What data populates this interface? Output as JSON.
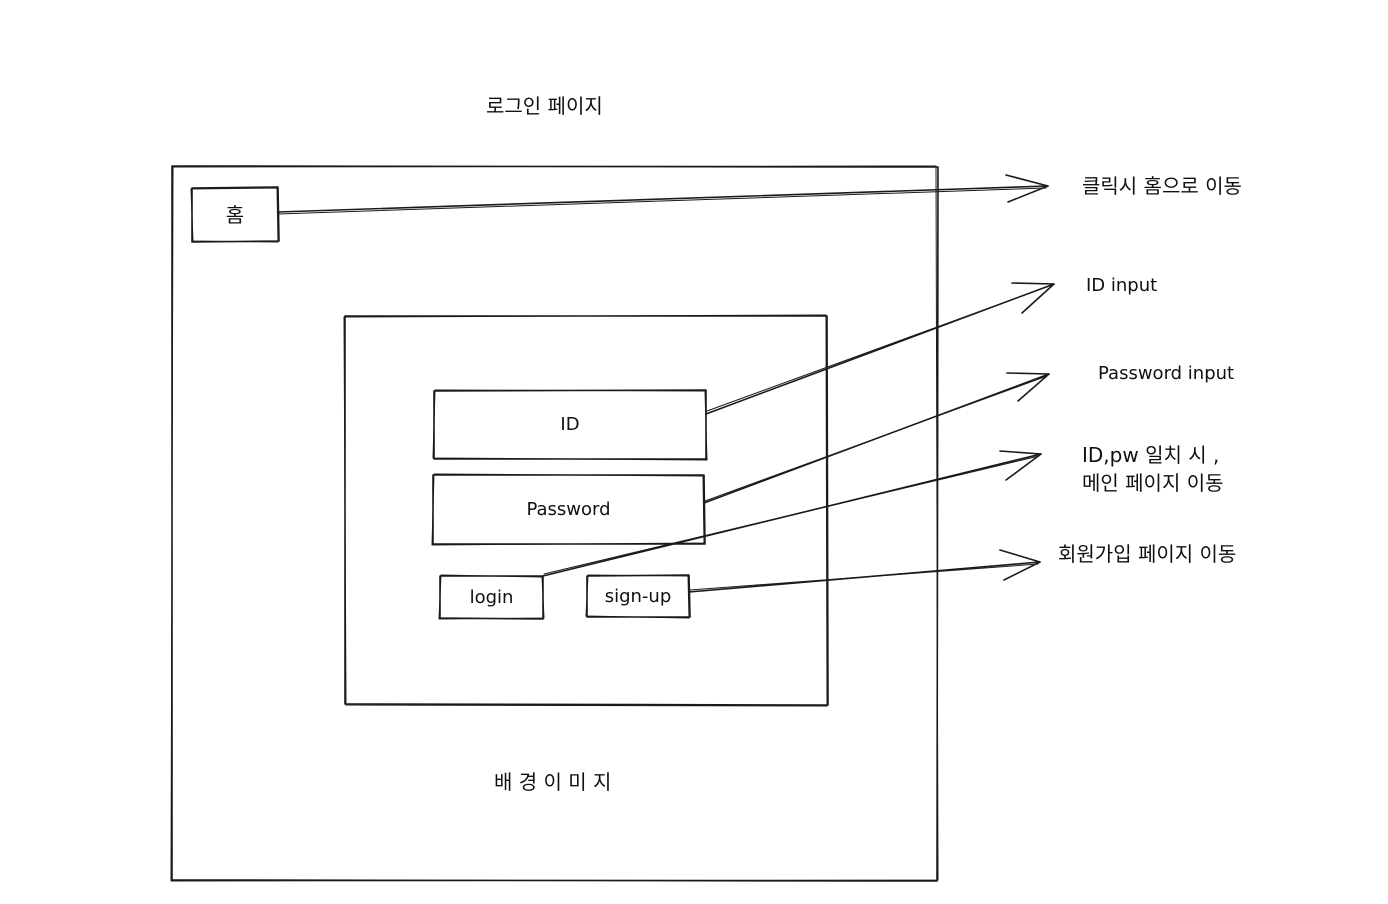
{
  "page_title": "로그인 페이지",
  "background_label": "배 경 이 미 지",
  "home_button": {
    "label": "홈"
  },
  "login_form": {
    "id_field": "ID",
    "password_field": "Password",
    "login_button": "login",
    "signup_button": "sign-up"
  },
  "annotations": {
    "home_click": "클릭시 홈으로 이동",
    "id_input": "ID input",
    "password_input": "Password input",
    "login_result": "ID,pw 일치 시 ,\n메인 페이지 이동",
    "signup_result": "회원가입 페이지 이동"
  }
}
